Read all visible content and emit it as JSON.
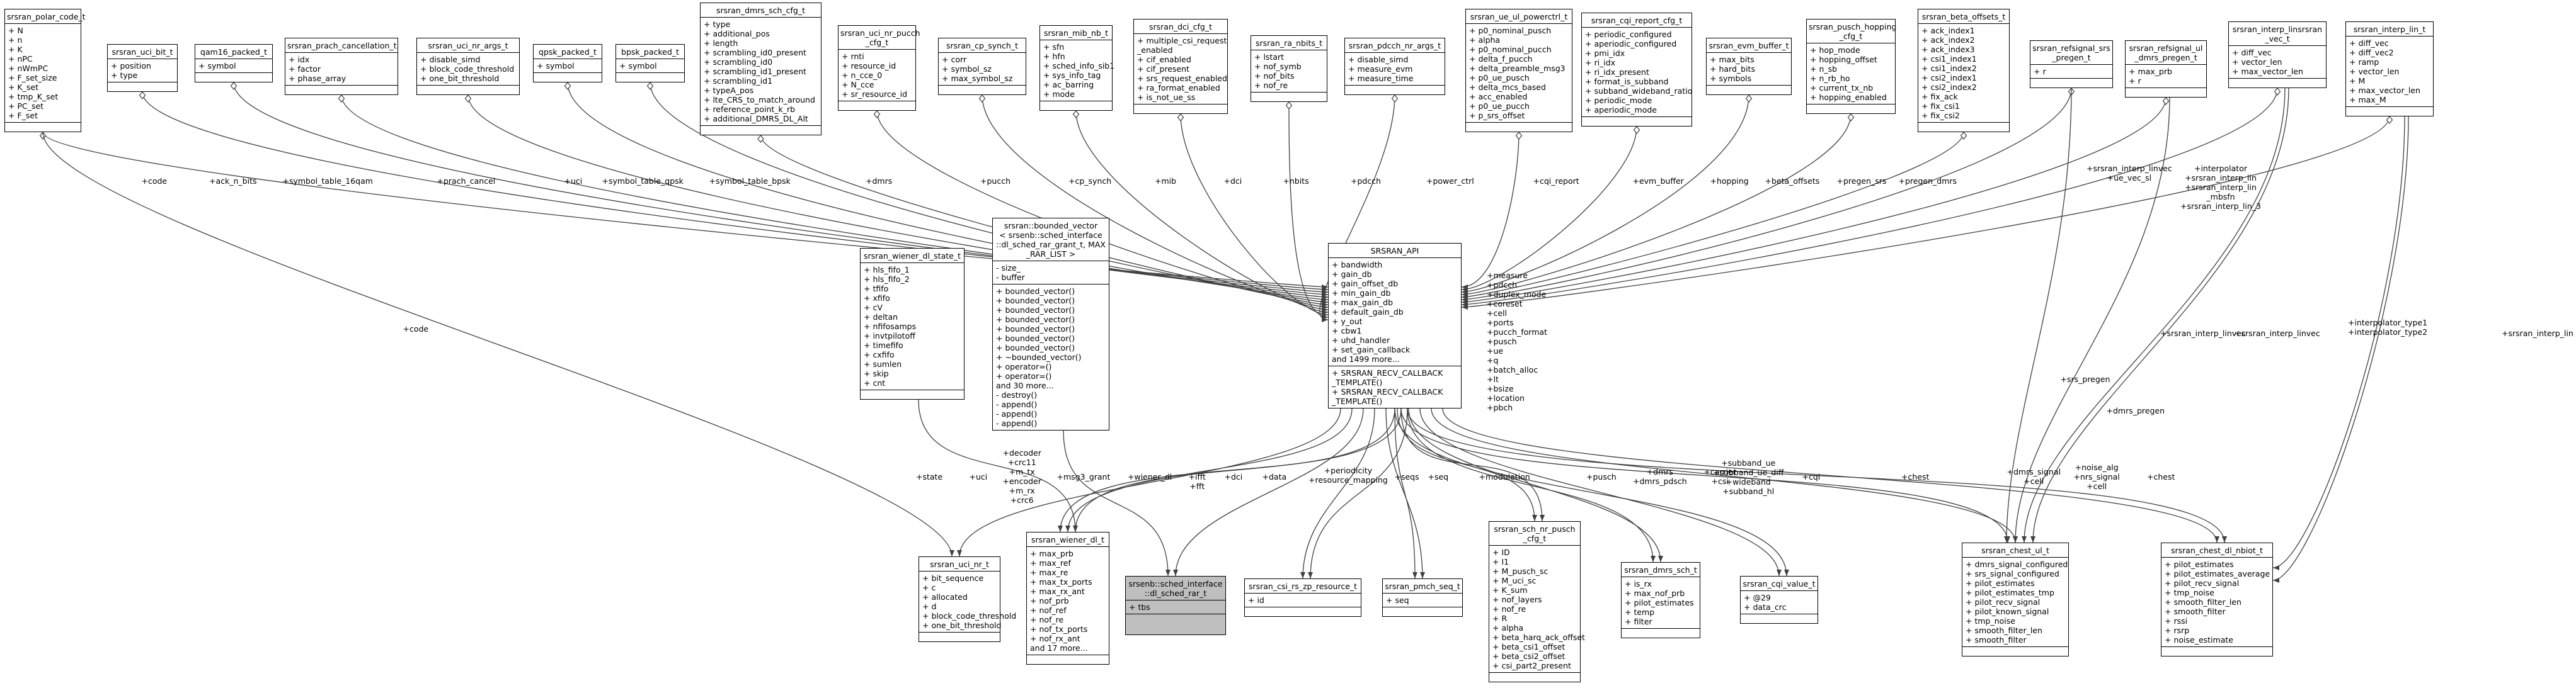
{
  "nodes": [
    {
      "id": "srsran_polar_code_t",
      "title": [
        "srsran_polar_code_t"
      ],
      "attrs": [
        "+ N",
        "+ n",
        "+ K",
        "+ nPC",
        "+ nWmPC",
        "+ F_set_size",
        "+ K_set",
        "+ tmp_K_set",
        "+ PC_set",
        "+ F_set"
      ],
      "methods": []
    },
    {
      "id": "srsran_uci_bit_t",
      "title": [
        "srsran_uci_bit_t"
      ],
      "attrs": [
        "+ position",
        "+ type"
      ],
      "methods": []
    },
    {
      "id": "qam16_packed_t",
      "title": [
        "qam16_packed_t"
      ],
      "attrs": [
        "+ symbol"
      ],
      "methods": []
    },
    {
      "id": "srsran_prach_cancellation_t",
      "title": [
        "srsran_prach_cancellation_t"
      ],
      "attrs": [
        "+ idx",
        "+ factor",
        "+ phase_array"
      ],
      "methods": []
    },
    {
      "id": "srsran_uci_nr_args_t",
      "title": [
        "srsran_uci_nr_args_t"
      ],
      "attrs": [
        "+ disable_simd",
        "+ block_code_threshold",
        "+ one_bit_threshold"
      ],
      "methods": []
    },
    {
      "id": "qpsk_packed_t",
      "title": [
        "qpsk_packed_t"
      ],
      "attrs": [
        "+ symbol"
      ],
      "methods": []
    },
    {
      "id": "bpsk_packed_t",
      "title": [
        "bpsk_packed_t"
      ],
      "attrs": [
        "+ symbol"
      ],
      "methods": []
    },
    {
      "id": "srsran_dmrs_sch_cfg_t",
      "title": [
        "srsran_dmrs_sch_cfg_t"
      ],
      "attrs": [
        "+ type",
        "+ additional_pos",
        "+ length",
        "+ scrambling_id0_present",
        "+ scrambling_id0",
        "+ scrambling_id1_present",
        "+ scrambling_id1",
        "+ typeA_pos",
        "+ lte_CRS_to_match_around",
        "+ reference_point_k_rb",
        "+ additional_DMRS_DL_Alt"
      ],
      "methods": []
    },
    {
      "id": "srsran_uci_nr_pucch_cfg_t",
      "title": [
        "srsran_uci_nr_pucch",
        "_cfg_t"
      ],
      "attrs": [
        "+ rnti",
        "+ resource_id",
        "+ n_cce_0",
        "+ N_cce",
        "+ sr_resource_id"
      ],
      "methods": []
    },
    {
      "id": "srsran_cp_synch_t",
      "title": [
        "srsran_cp_synch_t"
      ],
      "attrs": [
        "+ corr",
        "+ symbol_sz",
        "+ max_symbol_sz"
      ],
      "methods": []
    },
    {
      "id": "srsran_mib_nb_t",
      "title": [
        "srsran_mib_nb_t"
      ],
      "attrs": [
        "+ sfn",
        "+ hfn",
        "+ sched_info_sib1",
        "+ sys_info_tag",
        "+ ac_barring",
        "+ mode"
      ],
      "methods": []
    },
    {
      "id": "srsran_dci_cfg_t",
      "title": [
        "srsran_dci_cfg_t"
      ],
      "attrs": [
        "+ multiple_csi_request",
        "_enabled",
        "+ cif_enabled",
        "+ cif_present",
        "+ srs_request_enabled",
        "+ ra_format_enabled",
        "+ is_not_ue_ss"
      ],
      "methods": []
    },
    {
      "id": "srsran_ra_nbits_t",
      "title": [
        "srsran_ra_nbits_t"
      ],
      "attrs": [
        "+ lstart",
        "+ nof_symb",
        "+ nof_bits",
        "+ nof_re"
      ],
      "methods": []
    },
    {
      "id": "srsran_pdcch_nr_args_t",
      "title": [
        "srsran_pdcch_nr_args_t"
      ],
      "attrs": [
        "+ disable_simd",
        "+ measure_evm",
        "+ measure_time"
      ],
      "methods": []
    },
    {
      "id": "srsran_ue_ul_powerctrl_t",
      "title": [
        "srsran_ue_ul_powerctrl_t"
      ],
      "attrs": [
        "+ p0_nominal_pusch",
        "+ alpha",
        "+ p0_nominal_pucch",
        "+ delta_f_pucch",
        "+ delta_preamble_msg3",
        "+ p0_ue_pusch",
        "+ delta_mcs_based",
        "+ acc_enabled",
        "+ p0_ue_pucch",
        "+ p_srs_offset"
      ],
      "methods": []
    },
    {
      "id": "srsran_cqi_report_cfg_t",
      "title": [
        "srsran_cqi_report_cfg_t"
      ],
      "attrs": [
        "+ periodic_configured",
        "+ aperiodic_configured",
        "+ pmi_idx",
        "+ ri_idx",
        "+ ri_idx_present",
        "+ format_is_subband",
        "+ subband_wideband_ratio",
        "+ periodic_mode",
        "+ aperiodic_mode"
      ],
      "methods": []
    },
    {
      "id": "srsran_evm_buffer_t",
      "title": [
        "srsran_evm_buffer_t"
      ],
      "attrs": [
        "+ max_bits",
        "+ hard_bits",
        "+ symbols"
      ],
      "methods": []
    },
    {
      "id": "srsran_pusch_hopping_cfg_t",
      "title": [
        "srsran_pusch_hopping",
        "_cfg_t"
      ],
      "attrs": [
        "+ hop_mode",
        "+ hopping_offset",
        "+ n_sb",
        "+ n_rb_ho",
        "+ current_tx_nb",
        "+ hopping_enabled"
      ],
      "methods": []
    },
    {
      "id": "srsran_beta_offsets_t",
      "title": [
        "srsran_beta_offsets_t"
      ],
      "attrs": [
        "+ ack_index1",
        "+ ack_index2",
        "+ ack_index3",
        "+ csi1_index1",
        "+ csi1_index2",
        "+ csi2_index1",
        "+ csi2_index2",
        "+ fix_ack",
        "+ fix_csi1",
        "+ fix_csi2"
      ],
      "methods": []
    },
    {
      "id": "srsran_refsignal_srs_pregen_t",
      "title": [
        "srsran_refsignal_srs",
        "_pregen_t"
      ],
      "attrs": [
        "+ r"
      ],
      "methods": []
    },
    {
      "id": "srsran_refsignal_ul_dmrs_pregen_t",
      "title": [
        "srsran_refsignal_ul",
        "_dmrs_pregen_t"
      ],
      "attrs": [
        "+ max_prb",
        "+ r"
      ],
      "methods": []
    },
    {
      "id": "srsran_interp_linsrsran_vec_t",
      "title": [
        "srsran_interp_linsrsran",
        "_vec_t"
      ],
      "attrs": [
        "+ diff_vec",
        "+ vector_len",
        "+ max_vector_len"
      ],
      "methods": []
    },
    {
      "id": "srsran_interp_lin_t",
      "title": [
        "srsran_interp_lin_t"
      ],
      "attrs": [
        "+ diff_vec",
        "+ diff_vec2",
        "+ ramp",
        "+ vector_len",
        "+ M",
        "+ max_vector_len",
        "+ max_M"
      ],
      "methods": []
    },
    {
      "id": "srsran_wiener_dl_state_t",
      "title": [
        "srsran_wiener_dl_state_t"
      ],
      "attrs": [
        "+ hls_fifo_1",
        "+ hls_fifo_2",
        "+ tfifo",
        "+ xfifo",
        "+ cV",
        "+ deltan",
        "+ nfifosamps",
        "+ invtpilotoff",
        "+ timefifo",
        "+ cxfifo",
        "+ sumlen",
        "+ skip",
        "+ cnt"
      ],
      "methods": []
    },
    {
      "id": "bounded_vector",
      "title": [
        "srsran::bounded_vector",
        "< srsenb::sched_interface",
        "::dl_sched_rar_grant_t, MAX",
        "_RAR_LIST >"
      ],
      "attrs": [
        "- size_",
        "- buffer"
      ],
      "methods": [
        "+ bounded_vector()",
        "+ bounded_vector()",
        "+ bounded_vector()",
        "+ bounded_vector()",
        "+ bounded_vector()",
        "+ bounded_vector()",
        "+ bounded_vector()",
        "+ ~bounded_vector()",
        "+ operator=()",
        "+ operator=()",
        "and 30 more...",
        "- destroy()",
        "- append()",
        "- append()",
        "- append()"
      ]
    },
    {
      "id": "srsran_api",
      "title": [
        "SRSRAN_API"
      ],
      "attrs": [
        "+ bandwidth",
        "+ gain_db",
        "+ gain_offset_db",
        "+ min_gain_db",
        "+ max_gain_db",
        "+ default_gain_db",
        "+ y_out",
        "+ cbw1",
        "+ uhd_handler",
        "+ set_gain_callback",
        "and 1499 more..."
      ],
      "methods": [
        "+ SRSRAN_RECV_CALLBACK",
        "_TEMPLATE()",
        "+ SRSRAN_RECV_CALLBACK",
        "_TEMPLATE()"
      ]
    },
    {
      "id": "srsran_uci_nr_t",
      "title": [
        "srsran_uci_nr_t"
      ],
      "attrs": [
        "+ bit_sequence",
        "+ c",
        "+ allocated",
        "+ d",
        "+ block_code_threshold",
        "+ one_bit_threshold"
      ],
      "methods": []
    },
    {
      "id": "srsran_wiener_dl_t",
      "title": [
        "srsran_wiener_dl_t"
      ],
      "attrs": [
        "+ max_prb",
        "+ max_ref",
        "+ max_re",
        "+ max_tx_ports",
        "+ max_rx_ant",
        "+ nof_prb",
        "+ nof_ref",
        "+ nof_re",
        "+ nof_tx_ports",
        "+ nof_rx_ant",
        "and 17 more..."
      ],
      "methods": []
    },
    {
      "id": "dl_sched_rar_t",
      "title": [
        "srsenb::sched_interface",
        "::dl_sched_rar_t"
      ],
      "attrs": [
        "+ tbs"
      ],
      "methods": []
    },
    {
      "id": "srsran_csi_rs_zp_resource_t",
      "title": [
        "srsran_csi_rs_zp_resource_t"
      ],
      "attrs": [
        "+ id"
      ],
      "methods": []
    },
    {
      "id": "srsran_pmch_seq_t",
      "title": [
        "srsran_pmch_seq_t"
      ],
      "attrs": [
        "+ seq"
      ],
      "methods": []
    },
    {
      "id": "srsran_sch_nr_pusch_cfg_t",
      "title": [
        "srsran_sch_nr_pusch",
        "_cfg_t"
      ],
      "attrs": [
        "+ ID",
        "+ I1",
        "+ M_pusch_sc",
        "+ M_uci_sc",
        "+ K_sum",
        "+ nof_layers",
        "+ nof_re",
        "+ R",
        "+ alpha",
        "+ beta_harq_ack_offset",
        "+ beta_csi1_offset",
        "+ beta_csi2_offset",
        "+ csi_part2_present"
      ],
      "methods": []
    },
    {
      "id": "srsran_dmrs_sch_t",
      "title": [
        "srsran_dmrs_sch_t"
      ],
      "attrs": [
        "+ is_rx",
        "+ max_nof_prb",
        "+ pilot_estimates",
        "+ temp",
        "+ filter"
      ],
      "methods": []
    },
    {
      "id": "srsran_cqi_value_t",
      "title": [
        "srsran_cqi_value_t"
      ],
      "attrs": [
        "+ @29",
        "+ data_crc"
      ],
      "methods": []
    },
    {
      "id": "srsran_chest_ul_t",
      "title": [
        "srsran_chest_ul_t"
      ],
      "attrs": [
        "+ dmrs_signal_configured",
        "+ srs_signal_configured",
        "+ pilot_estimates",
        "+ pilot_estimates_tmp",
        "+ pilot_recv_signal",
        "+ pilot_known_signal",
        "+ tmp_noise",
        "+ smooth_filter_len",
        "+ smooth_filter"
      ],
      "methods": []
    },
    {
      "id": "srsran_chest_dl_nbiot_t",
      "title": [
        "srsran_chest_dl_nbiot_t"
      ],
      "attrs": [
        "+ pilot_estimates",
        "+ pilot_estimates_average",
        "+ pilot_recv_signal",
        "+ tmp_noise",
        "+ smooth_filter_len",
        "+ smooth_filter",
        "+ rssi",
        "+ rsrp",
        "+ noise_estimate"
      ],
      "methods": []
    }
  ],
  "edge_labels": {
    "code": [
      "+code"
    ],
    "ack_n_bits": [
      "+ack_n_bits"
    ],
    "symbol_table_16qam": [
      "+symbol_table_16qam"
    ],
    "prach_cancel": [
      "+prach_cancel"
    ],
    "uci": [
      "+uci"
    ],
    "symbol_table_qpsk": [
      "+symbol_table_qpsk"
    ],
    "symbol_table_bpsk": [
      "+symbol_table_bpsk"
    ],
    "dmrs": [
      "+dmrs"
    ],
    "pucch": [
      "+pucch"
    ],
    "cp_synch": [
      "+cp_synch"
    ],
    "mib": [
      "+mib"
    ],
    "dci": [
      "+dci"
    ],
    "nbits": [
      "+nbits"
    ],
    "pdcch": [
      "+pdcch"
    ],
    "power_ctrl": [
      "+power_ctrl"
    ],
    "cqi_report": [
      "+cqi_report"
    ],
    "evm_buffer": [
      "+evm_buffer"
    ],
    "hopping": [
      "+hopping"
    ],
    "beta_offsets": [
      "+beta_offsets"
    ],
    "pregen_srs": [
      "+pregen_srs"
    ],
    "pregen_dmrs": [
      "+pregen_dmrs"
    ],
    "interp_linvec_top": [
      "+srsran_interp_linvec",
      "+ue_vec_sl"
    ],
    "interpolator_top": [
      "+interpolator",
      "+srsran_interp_lin",
      "+srsran_interp_lin",
      "_mbsfn",
      "+srsran_interp_lin_3"
    ],
    "api_self": [
      "+measure",
      "+pdcch",
      "+duplex_mode",
      "+coreset",
      "+cell",
      "+ports",
      "+pucch_format",
      "+pusch",
      "+ue",
      "+q",
      "+batch_alloc",
      "+lt",
      "+bsize",
      "+location",
      "+pbch"
    ],
    "code_left": [
      "+code"
    ],
    "state": [
      "+state"
    ],
    "uci_bottom": [
      "+uci"
    ],
    "wiener_set": [
      "+decoder",
      "+crc11",
      "+m_tx",
      "+encoder",
      "+m_rx",
      "+crc6"
    ],
    "msg3_grant": [
      "+msg3_grant"
    ],
    "wiener_dl": [
      "+wiener_dl"
    ],
    "ifft": [
      "+ifft",
      "+fft"
    ],
    "dci_bottom": [
      "+dci"
    ],
    "data": [
      "+data"
    ],
    "periodicity": [
      "+periodicity",
      "+resource_mapping"
    ],
    "seqs": [
      "+seqs"
    ],
    "seq": [
      "+seq"
    ],
    "modulation": [
      "+modulation"
    ],
    "pusch": [
      "+pusch"
    ],
    "dmrs_pdsch": [
      "+dmrs",
      "+dmrs_pdsch"
    ],
    "carrier_csi": [
      "+carrier",
      "+csi"
    ],
    "subband": [
      "+subband_ue",
      "+subband_ue_diff",
      "+wideband",
      "+subband_hl"
    ],
    "cqi": [
      "+cqi"
    ],
    "chest": [
      "+chest"
    ],
    "dmrs_signal": [
      "+dmrs_signal",
      "+cell"
    ],
    "noise_alg": [
      "+noise_alg",
      "+nrs_signal",
      "+cell"
    ],
    "chest_right": [
      "+chest"
    ],
    "srs_pregen": [
      "+srs_pregen"
    ],
    "dmrs_pregen": [
      "+dmrs_pregen"
    ],
    "interp_linvec_mid": [
      "+srsran_interp_linvec"
    ],
    "interp_linvec_mid2": [
      "+srsran_interp_linvec"
    ],
    "interpolator_type": [
      "+interpolator_type1",
      "+interpolator_type2"
    ],
    "interp_lin_right": [
      "+srsran_interp_lin"
    ]
  }
}
